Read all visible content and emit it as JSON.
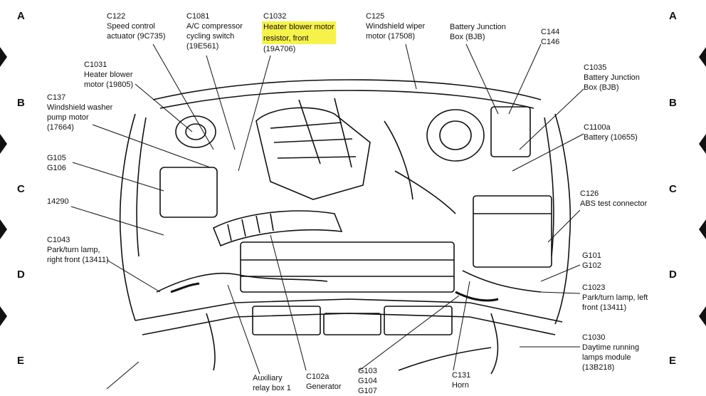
{
  "grid_rows": [
    "A",
    "B",
    "C",
    "D",
    "E"
  ],
  "callouts": {
    "c122": [
      "C122",
      "Speed control",
      "actuator (9C735)"
    ],
    "c1081": [
      "C1081",
      "A/C compressor",
      "cycling switch",
      "(19E561)"
    ],
    "c1032": [
      "C1032",
      "Heater blower motor",
      "resistor, front",
      "(19A706)"
    ],
    "c125": [
      "C125",
      "Windshield wiper",
      "motor (17508)"
    ],
    "bjb_top": [
      "Battery Junction",
      "Box (BJB)"
    ],
    "c144": [
      "C144",
      "C146"
    ],
    "c1031": [
      "C1031",
      "Heater blower",
      "motor (19805)"
    ],
    "c137": [
      "C137",
      "Windshield washer",
      "pump motor",
      "(17664)"
    ],
    "c1035": [
      "C1035",
      "Battery Junction",
      "Box (BJB)"
    ],
    "c1100a": [
      "C1100a",
      "Battery (10655)"
    ],
    "g105": [
      "G105",
      "G106"
    ],
    "n14290": [
      "14290"
    ],
    "c126": [
      "C126",
      "ABS test connector"
    ],
    "c1043": [
      "C1043",
      "Park/turn lamp,",
      "right front (13411)"
    ],
    "g101": [
      "G101",
      "G102"
    ],
    "c1023": [
      "C1023",
      "Park/turn lamp, left",
      "front (13411)"
    ],
    "c1030": [
      "C1030",
      "Daytime running",
      "lamps module",
      "(13B218)"
    ],
    "aux": [
      "Auxiliary",
      "relay box 1"
    ],
    "c102a": [
      "C102a",
      "Generator"
    ],
    "g103": [
      "G103",
      "G104",
      "G107"
    ],
    "c131": [
      "C131",
      "Horn"
    ]
  },
  "highlight_color": "#f7f24a",
  "line_color": "#111111"
}
